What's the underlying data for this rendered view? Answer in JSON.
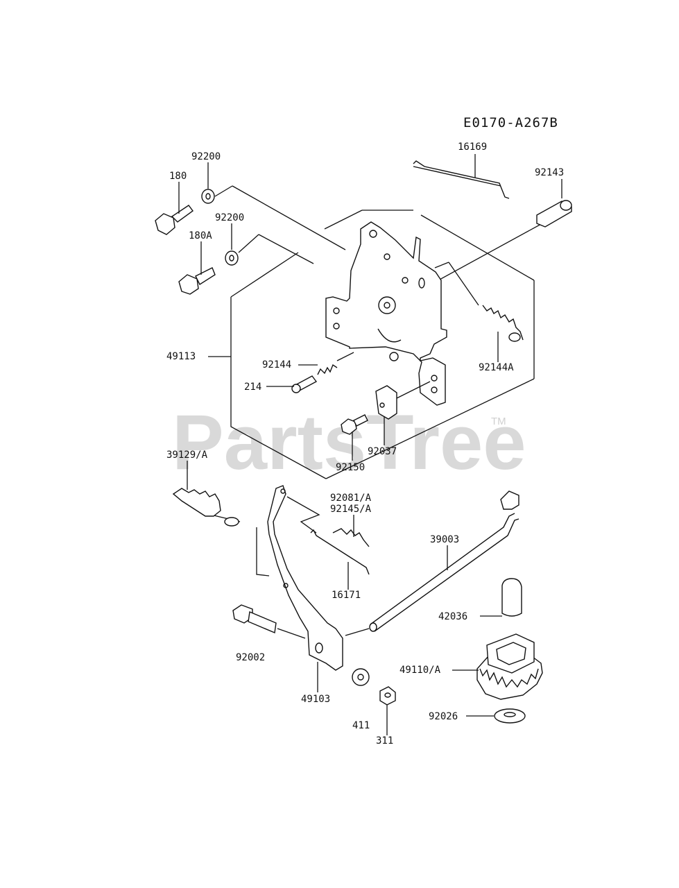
{
  "diagram": {
    "code": "E0170-A267B",
    "watermark": "PartsTree",
    "trademark": "TM",
    "labels": {
      "p16169": "16169",
      "p92143": "92143",
      "p92200a": "92200",
      "p180": "180",
      "p92200b": "92200",
      "p180A": "180A",
      "p49113": "49113",
      "p92144": "92144",
      "p92144A": "92144A",
      "p214": "214",
      "p92037": "92037",
      "p92150": "92150",
      "p39129": "39129/A",
      "p92081": "92081/A",
      "p92145": "92145/A",
      "p39003": "39003",
      "p16171": "16171",
      "p42036": "42036",
      "p92002": "92002",
      "p49110": "49110/A",
      "p49103": "49103",
      "p411": "411",
      "p92026": "92026",
      "p311": "311"
    }
  }
}
